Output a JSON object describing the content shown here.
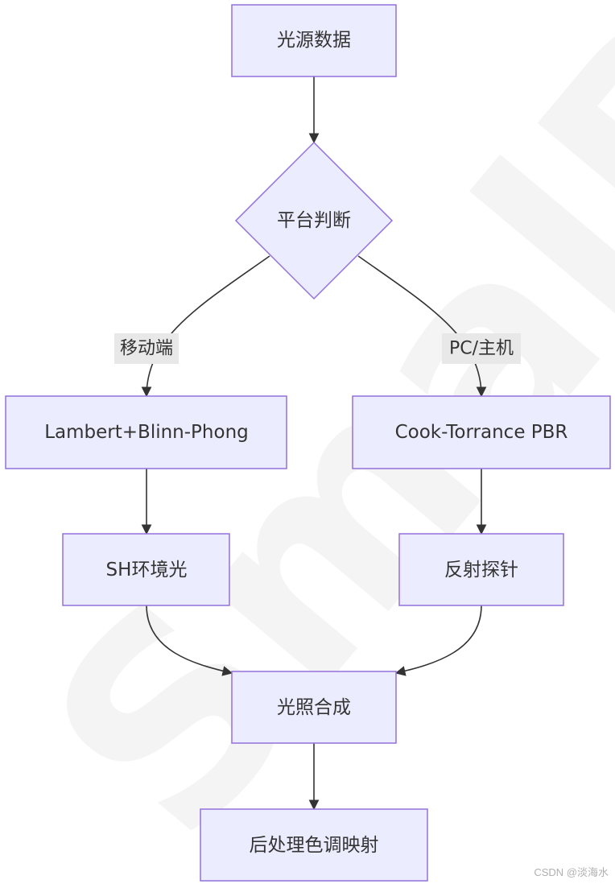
{
  "watermark": "SmalBox",
  "nodes": {
    "light_data": "光源数据",
    "platform_decision": "平台判断",
    "lambert": "Lambert+Blinn-Phong",
    "cook_torrance": "Cook-Torrance PBR",
    "sh_ambient": "SH环境光",
    "reflection_probe": "反射探针",
    "light_composite": "光照合成",
    "post_process": "后处理色调映射"
  },
  "edge_labels": {
    "mobile": "移动端",
    "pc": "PC/主机"
  },
  "colors": {
    "node_fill": "#ECECFF",
    "node_stroke": "#9370DB",
    "edge": "#333333",
    "label_bg": "#E8E8E8"
  },
  "footer": "CSDN @淡海水"
}
